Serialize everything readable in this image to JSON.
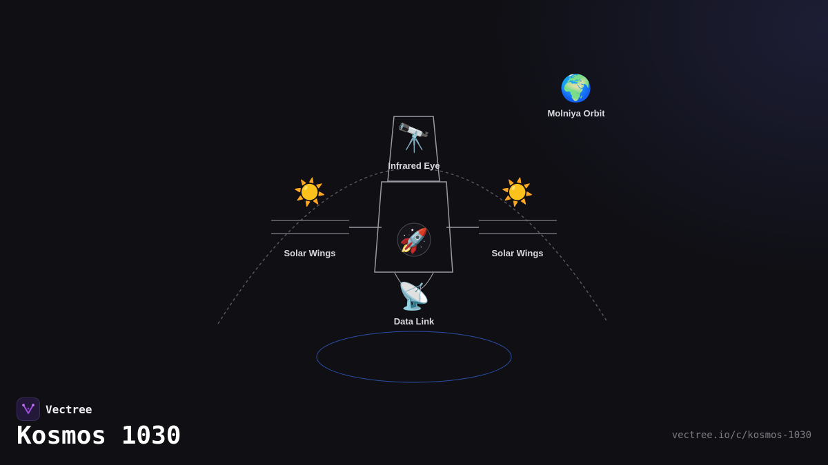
{
  "brand": {
    "name": "Vectree",
    "logo_icon": "vectree-logo-icon"
  },
  "title": "Kosmos 1030",
  "url": "vectree.io/c/kosmos-1030",
  "colors": {
    "background": "#0f0f14",
    "frame_stroke": "#9a9aa3",
    "orbit_dash": "#5a5a64",
    "ground_ellipse": "#2b4fa8",
    "label": "#d8d8de"
  },
  "nodes": {
    "orbit": {
      "label": "Molniya Orbit",
      "icon": "globe-icon",
      "glyph": "🌍"
    },
    "sensor": {
      "label": "Infrared Eye",
      "icon": "telescope-icon",
      "glyph": "🔭"
    },
    "core": {
      "label": "",
      "icon": "rocket-icon",
      "glyph": "🚀"
    },
    "solar_left": {
      "label": "Solar Wings",
      "icon": "sun-icon",
      "glyph": "☀️"
    },
    "solar_right": {
      "label": "Solar Wings",
      "icon": "sun-icon",
      "glyph": "☀️"
    },
    "comms": {
      "label": "Data Link",
      "icon": "satellite-dish-icon",
      "glyph": "📡"
    }
  }
}
